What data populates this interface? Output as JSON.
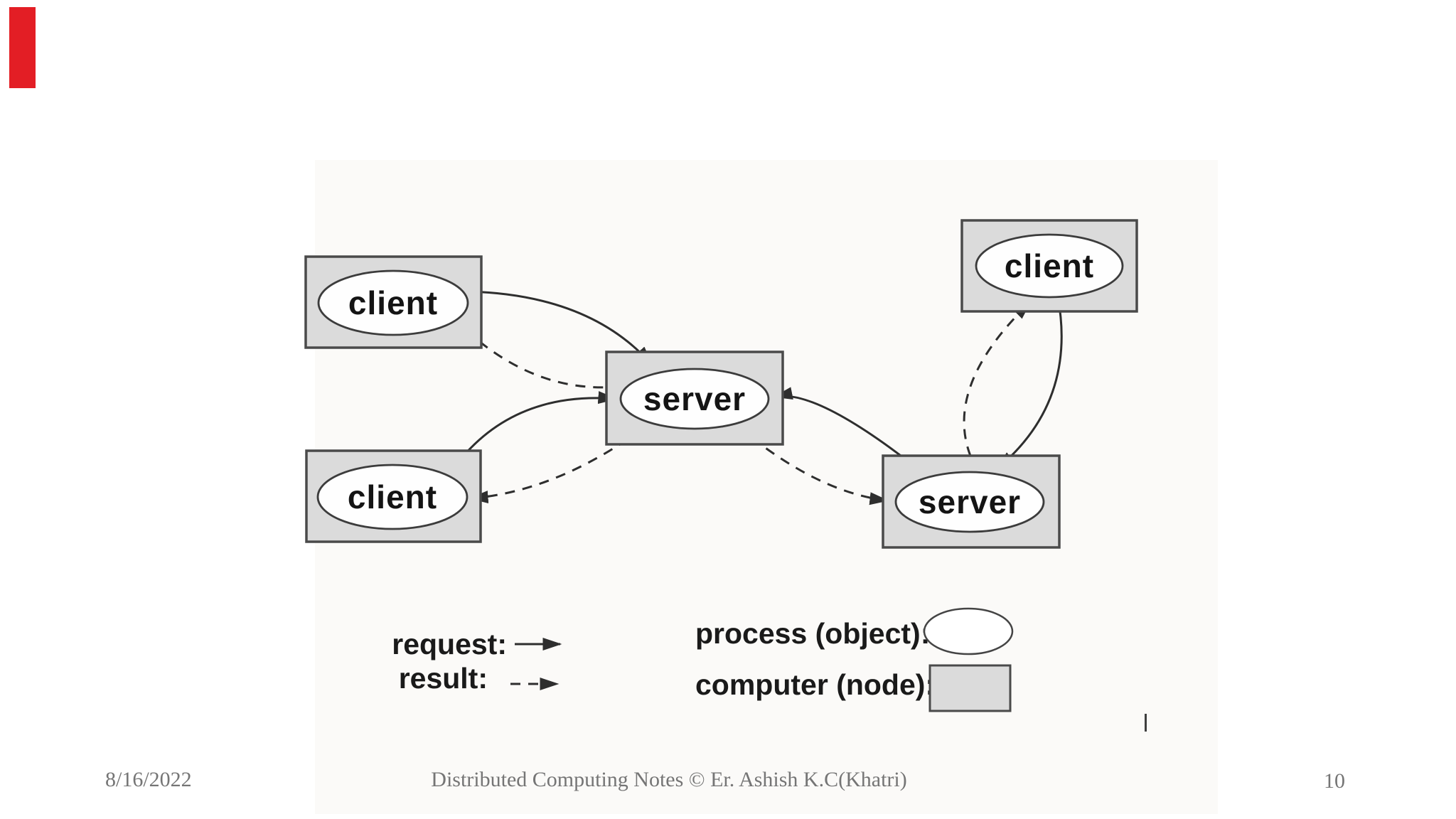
{
  "slide": {
    "accent_bar_color": "#e31e25",
    "background": "#ffffff"
  },
  "diagram": {
    "nodes": [
      {
        "id": "client-top-left",
        "label": "client"
      },
      {
        "id": "client-bottom-left",
        "label": "client"
      },
      {
        "id": "server-middle",
        "label": "server"
      },
      {
        "id": "server-right",
        "label": "server"
      },
      {
        "id": "client-top-right",
        "label": "client"
      }
    ],
    "edges": [
      {
        "from": "client-top-left",
        "to": "server-middle",
        "kind": "request"
      },
      {
        "from": "server-middle",
        "to": "client-top-left",
        "kind": "result"
      },
      {
        "from": "client-bottom-left",
        "to": "server-middle",
        "kind": "request"
      },
      {
        "from": "server-middle",
        "to": "client-bottom-left",
        "kind": "result"
      },
      {
        "from": "server-right",
        "to": "server-middle",
        "kind": "request"
      },
      {
        "from": "server-middle",
        "to": "server-right",
        "kind": "result"
      },
      {
        "from": "client-top-right",
        "to": "server-right",
        "kind": "request"
      },
      {
        "from": "server-right",
        "to": "client-top-right",
        "kind": "result"
      }
    ],
    "legend": {
      "request_label": "request:",
      "result_label": "result:",
      "process_label": "process (object):",
      "computer_label": "computer (node):"
    },
    "colors": {
      "node_fill": "#dbdbdb",
      "node_border": "#4a4a4a",
      "process_fill": "#ffffff",
      "line": "#2e2e2e"
    }
  },
  "footer": {
    "date": "8/16/2022",
    "title": "Distributed Computing Notes © Er. Ashish K.C(Khatri)",
    "page_number": "10"
  }
}
